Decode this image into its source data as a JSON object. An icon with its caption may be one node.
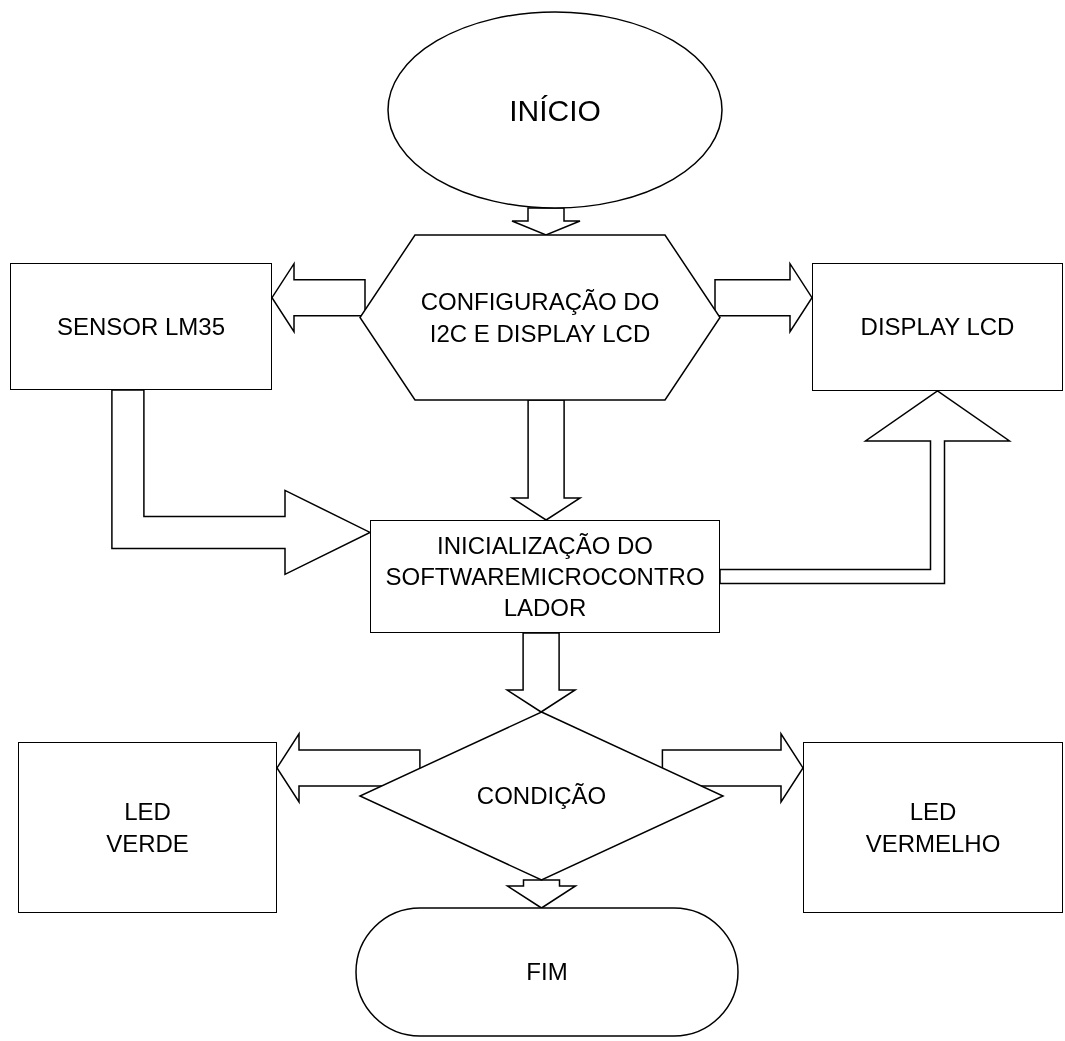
{
  "diagram": {
    "nodes": [
      {
        "text": [
          "INÍCIO"
        ]
      },
      {
        "text": [
          "CONFIGURAÇÃO DO I2C E DISPLAY LCD"
        ]
      },
      {
        "text": [
          "SENSOR LM35"
        ]
      },
      {
        "text": [
          "DISPLAY LCD"
        ]
      },
      {
        "text": [
          "INICIALIZAÇÃO DO SOFTWAREMICROCONTROLADOR"
        ]
      },
      {
        "text": [
          "CONDIÇÃO"
        ]
      },
      {
        "text": [
          "LED VERDE"
        ]
      },
      {
        "text": [
          "LED VERMELHO"
        ]
      },
      {
        "text": [
          "FIM"
        ]
      }
    ],
    "edges": [
      {
        "from": 0,
        "to": 1,
        "arrow": "to"
      },
      {
        "from": 1,
        "to": 2,
        "arrow": "to"
      },
      {
        "from": 1,
        "to": 3,
        "arrow": "to"
      },
      {
        "from": 1,
        "to": 4,
        "arrow": "to"
      },
      {
        "from": 2,
        "to": 4,
        "arrow": "to"
      },
      {
        "from": 4,
        "to": 3,
        "arrow": "to"
      },
      {
        "from": 4,
        "to": 5,
        "arrow": "to"
      },
      {
        "from": 5,
        "to": 6,
        "arrow": "to"
      },
      {
        "from": 5,
        "to": 7,
        "arrow": "to"
      },
      {
        "from": 5,
        "to": 8,
        "arrow": "to"
      }
    ]
  }
}
